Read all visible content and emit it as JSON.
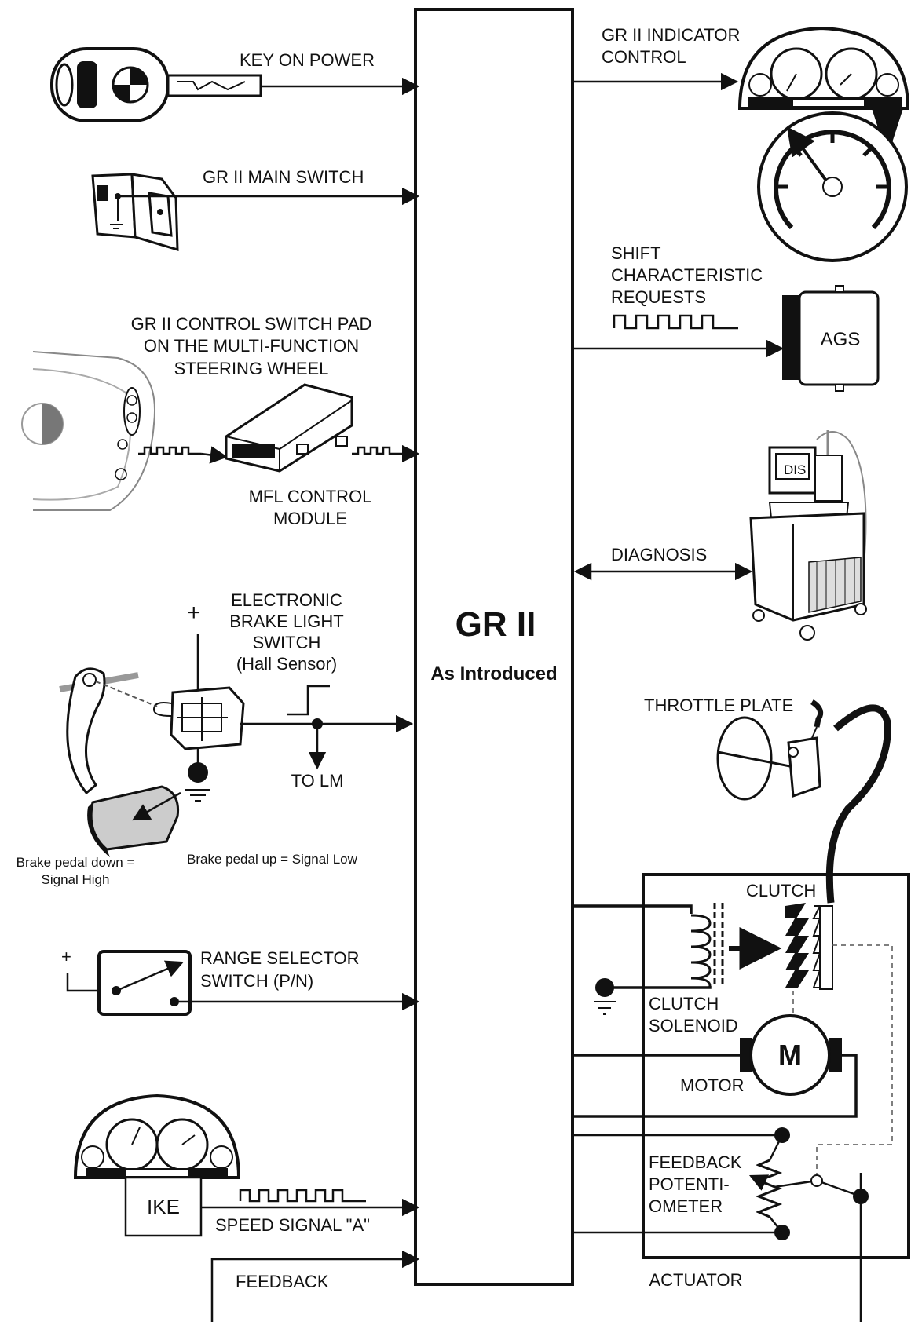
{
  "central": {
    "title": "GR II",
    "subtitle": "As Introduced"
  },
  "inputs": {
    "key": "KEY ON POWER",
    "main_switch": "GR II MAIN SWITCH",
    "switch_pad": [
      "GR II CONTROL SWITCH PAD",
      "ON THE MULTI-FUNCTION",
      "STEERING WHEEL"
    ],
    "mfl_module": [
      "MFL CONTROL",
      "MODULE"
    ],
    "brake_switch": [
      "ELECTRONIC",
      "BRAKE LIGHT",
      "SWITCH",
      "(Hall Sensor)"
    ],
    "to_lm": "TO LM",
    "brake_down": [
      "Brake pedal down =",
      "Signal High"
    ],
    "brake_up": "Brake pedal up = Signal Low",
    "range_selector": [
      "RANGE SELECTOR",
      "SWITCH (P/N)"
    ],
    "ike": "IKE",
    "speed_signal": "SPEED SIGNAL \"A\"",
    "feedback": "FEEDBACK",
    "plus": "+"
  },
  "outputs": {
    "indicator": [
      "GR II INDICATOR",
      "CONTROL"
    ],
    "shift_requests": [
      "SHIFT",
      "CHARACTERISTIC",
      "REQUESTS"
    ],
    "ags": "AGS",
    "diagnosis": "DIAGNOSIS",
    "dis": "DIS",
    "throttle": "THROTTLE PLATE",
    "clutch": "CLUTCH",
    "clutch_solenoid": [
      "CLUTCH",
      "SOLENOID"
    ],
    "motor_symbol": "M",
    "motor": "MOTOR",
    "feedback_pot": [
      "FEEDBACK",
      "POTENTI-",
      "OMETER"
    ],
    "actuator": "ACTUATOR"
  },
  "icons": [
    "key-icon",
    "switch-icon",
    "steering-wheel-icon",
    "module-icon",
    "instrument-cluster-icon",
    "gauge-icon",
    "ags-module-icon",
    "diagnostic-station-icon",
    "brake-pedal-icon",
    "throttle-plate-icon",
    "solenoid-icon",
    "motor-icon",
    "potentiometer-icon"
  ]
}
